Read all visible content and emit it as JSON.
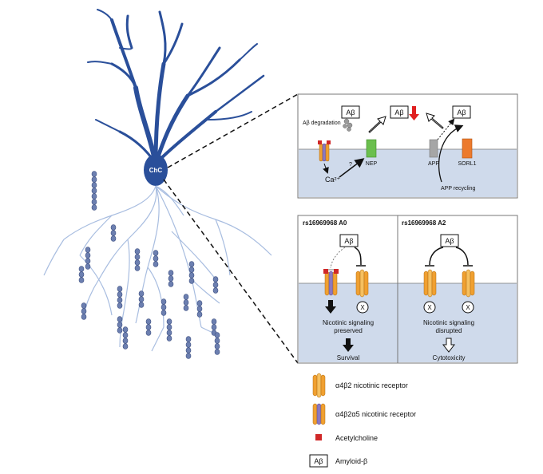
{
  "neuron": {
    "cell_label": "ChC",
    "body_color": "#2a4f9a",
    "axon_color": "#a8bde0",
    "bouton_color": "#6c7fb0"
  },
  "top_panel": {
    "abeta_label": "Aβ",
    "degradation_label": "Aβ degradation",
    "calcium_label": "Ca²⁺",
    "question_mark": "?",
    "nep_label": "NEP",
    "app_label": "APP",
    "sorl1_label": "SORL1",
    "recycling_label": "APP recycling",
    "membrane_color": "#cfdaeb",
    "nep_color": "#6bbf4e",
    "app_color": "#a6a6a6",
    "sorl1_color": "#ec7a2d",
    "down_arrow_color": "#e02020"
  },
  "bottom_panel": {
    "left": {
      "title": "rs16969968 A0",
      "abeta_label": "Aβ",
      "x_label": "X",
      "signaling_line1": "Nicotinic signaling",
      "signaling_line2": "preserved",
      "outcome": "Survival"
    },
    "right": {
      "title": "rs16969968 A2",
      "abeta_label": "Aβ",
      "x_label": "X",
      "signaling_line1": "Nicotinic signaling",
      "signaling_line2": "disrupted",
      "outcome": "Cytotoxicity"
    }
  },
  "legend": {
    "items": [
      {
        "label": "α4β2 nicotinic receptor"
      },
      {
        "label": "α4β2α5 nicotinic receptor"
      },
      {
        "label": "Acetylcholine"
      },
      {
        "label": "Amyloid-β",
        "symbol": "Aβ"
      }
    ]
  },
  "colors": {
    "receptor_orange": "#f0a030",
    "receptor_purple": "#8a78c0",
    "acetylcholine_red": "#d02828"
  }
}
